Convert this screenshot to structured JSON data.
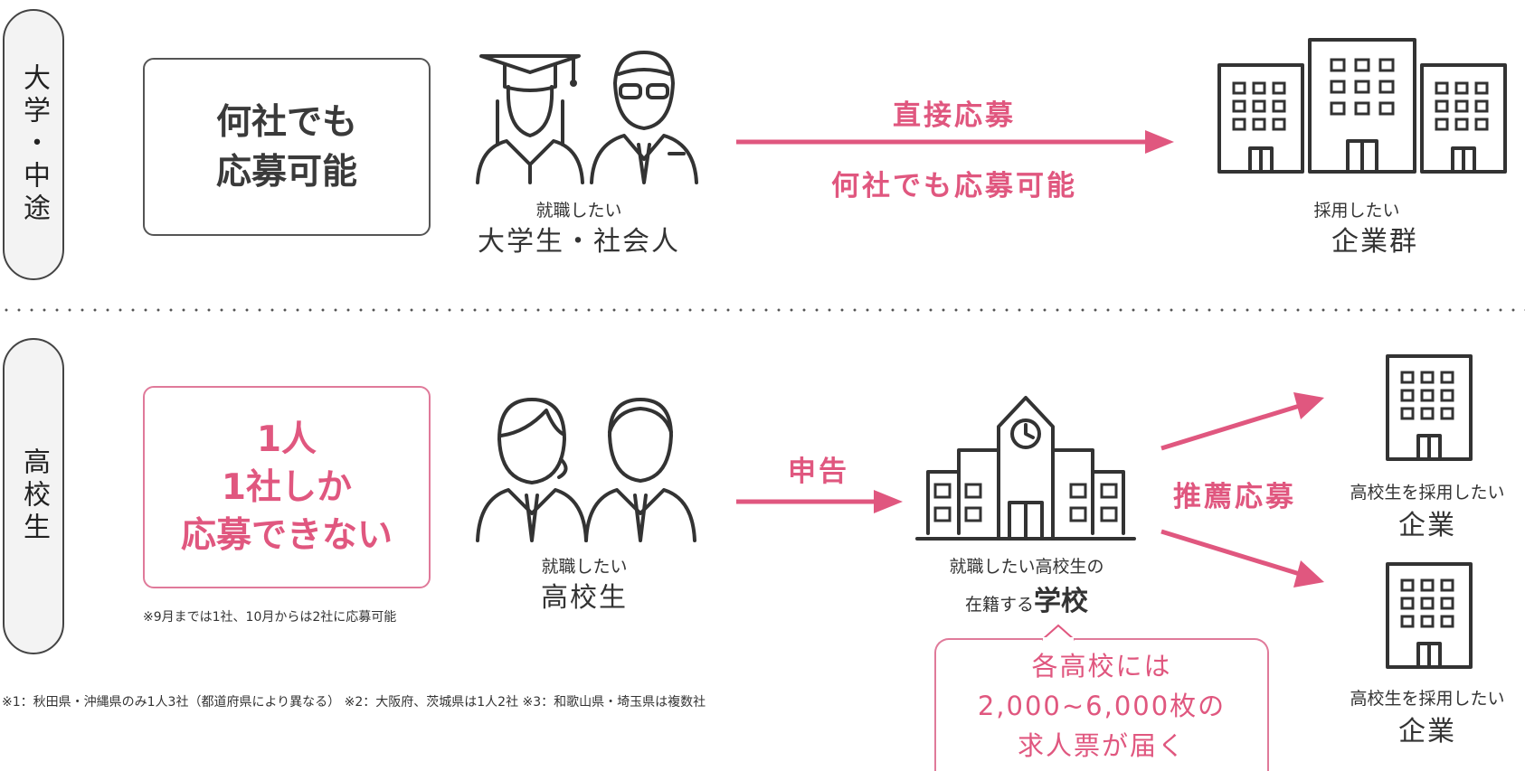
{
  "rows": {
    "top": {
      "label": "大学・中途",
      "box_text_line1": "何社でも",
      "box_text_line2": "応募可能",
      "persons_caption_small": "就職したい",
      "persons_caption_big": "大学生・社会人",
      "arrow_label_top": "直接応募",
      "arrow_label_bottom": "何社でも応募可能",
      "companies_caption_small": "採用したい",
      "companies_caption_big": "企業群"
    },
    "bottom": {
      "label": "高校生",
      "box_text_line1": "1人",
      "box_text_line2": "1社しか",
      "box_text_line3": "応募できない",
      "box_note": "※9月までは1社、10月からは2社に応募可能",
      "persons_caption_small": "就職したい",
      "persons_caption_big": "高校生",
      "arrow_label": "申告",
      "school_caption_line1": "就職したい高校生の",
      "school_caption_line2_prefix": "在籍する",
      "school_caption_line2_big": "学校",
      "recommend_label": "推薦応募",
      "company1_caption_small": "高校生を採用したい",
      "company1_caption_big": "企業",
      "company2_caption_small": "高校生を採用したい",
      "company2_caption_big": "企業",
      "callout_line1": "各高校には",
      "callout_line2": "2,000~6,000枚の",
      "callout_line3": "求人票が届く"
    }
  },
  "footnote": "※1：秋田県・沖縄県のみ1人3社（都道府県により異なる） ※2：大阪府、茨城県は1人2社 ※3：和歌山県・埼玉県は複数社",
  "colors": {
    "accent": "#e0577f",
    "line": "#333333",
    "pill_bg": "#f3f3f3"
  }
}
